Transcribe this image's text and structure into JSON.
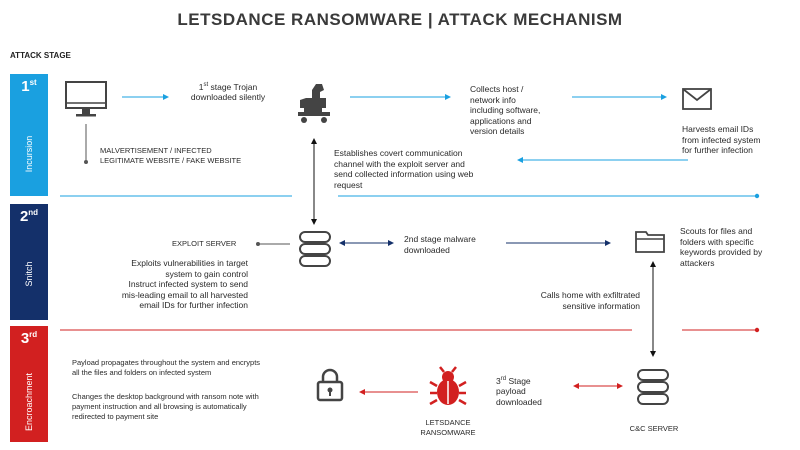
{
  "title": "LETSDANCE RANSOMWARE  |  ATTACK MECHANISM",
  "stage_header": "ATTACK STAGE",
  "colors": {
    "stage1": "#1aa0e0",
    "stage2": "#14306a",
    "stage3": "#d22020",
    "arrow_blue": "#1aa0e0",
    "arrow_navy": "#14306a",
    "arrow_red": "#d22020"
  },
  "stages": [
    {
      "num": "1",
      "suffix": "st",
      "name": "Incursion"
    },
    {
      "num": "2",
      "suffix": "nd",
      "name": "Snitch"
    },
    {
      "num": "3",
      "suffix": "rd",
      "name": "Encroachment"
    }
  ],
  "nodes": {
    "trojan_stage": "1",
    "trojan_suffix": "st",
    "trojan_text": " stage Trojan",
    "trojan_text2": "downloaded silently",
    "malvertisement": "MALVERTISEMENT / INFECTED",
    "malvertisement2": "LEGITIMATE WEBSITE / FAKE WEBSITE",
    "collects": [
      "Collects host /",
      "network info",
      "including software,",
      "applications and",
      "version details"
    ],
    "harvests": [
      "Harvests email IDs",
      "from infected system",
      "for further infection"
    ],
    "covert": [
      "Establishes covert communication",
      "channel with the exploit server and",
      "send collected information using web",
      "request"
    ],
    "exploit_server": "EXPLOIT SERVER",
    "exploits": [
      "Exploits vulnerabilities in target",
      "system to gain control",
      "Instruct infected system to send",
      "mis-leading email to all harvested",
      "email IDs for further infection"
    ],
    "stage2_malware": [
      "2nd stage malware",
      "downloaded"
    ],
    "scouts": [
      "Scouts for files and",
      "folders with specific",
      "keywords provided by",
      "attackers"
    ],
    "calls_home": [
      "Calls home with exfiltrated",
      "sensitive information"
    ],
    "payload_propagates": [
      "Payload propagates throughout the system and encrypts",
      "all the files and folders on infected system"
    ],
    "changes_desktop": [
      "Changes the desktop background with ransom note with",
      "payment instruction and all browsing is automatically",
      "redirected to payment site"
    ],
    "stage3_num": "3",
    "stage3_suffix": "rd",
    "stage3_text": " Stage",
    "stage3_text2": "payload",
    "stage3_text3": "downloaded",
    "letsdance": [
      "LETSDANCE",
      "RANSOMWARE"
    ],
    "cc_server": "C&C SERVER"
  }
}
